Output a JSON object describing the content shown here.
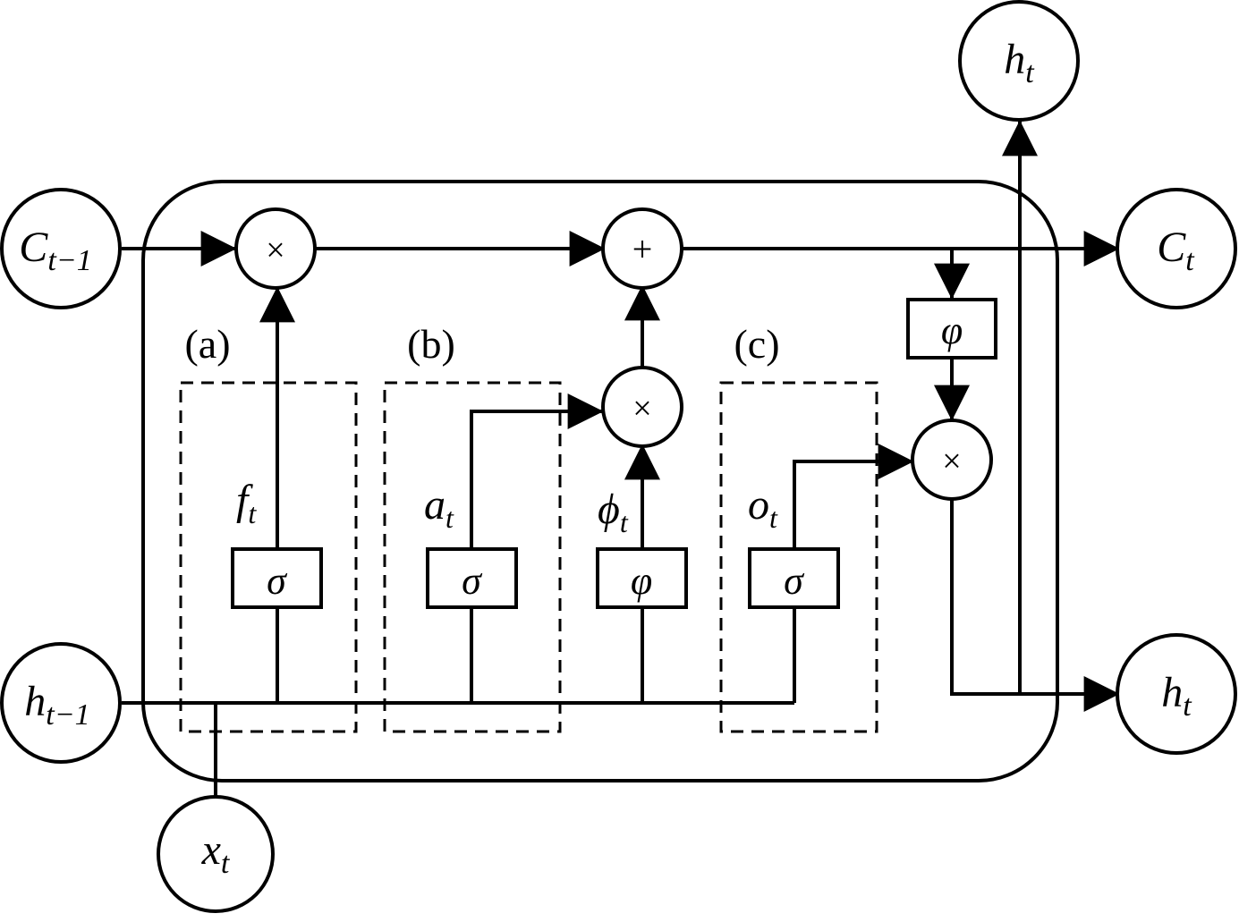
{
  "io_nodes": {
    "c_prev": {
      "main": "C",
      "sub": "t−1"
    },
    "h_prev": {
      "main": "h",
      "sub": "t−1"
    },
    "x_in": {
      "main": "x",
      "sub": "t"
    },
    "c_out": {
      "main": "C",
      "sub": "t"
    },
    "h_out_right": {
      "main": "h",
      "sub": "t"
    },
    "h_out_top": {
      "main": "h",
      "sub": "t"
    }
  },
  "operators": {
    "mul_forget": "×",
    "add_cell": "+",
    "mul_input": "×",
    "mul_output": "×"
  },
  "activations": {
    "sigma_forget": "σ",
    "sigma_input": "σ",
    "phi_candidate": "φ",
    "sigma_output": "σ",
    "phi_cell": "φ"
  },
  "gate_labels": {
    "a": "(a)",
    "b": "(b)",
    "c": "(c)"
  },
  "signal_labels": {
    "f": {
      "main": "f",
      "sub": "t"
    },
    "a": {
      "main": "a",
      "sub": "t"
    },
    "phi": {
      "main": "ϕ",
      "sub": "t"
    },
    "o": {
      "main": "o",
      "sub": "t"
    }
  }
}
